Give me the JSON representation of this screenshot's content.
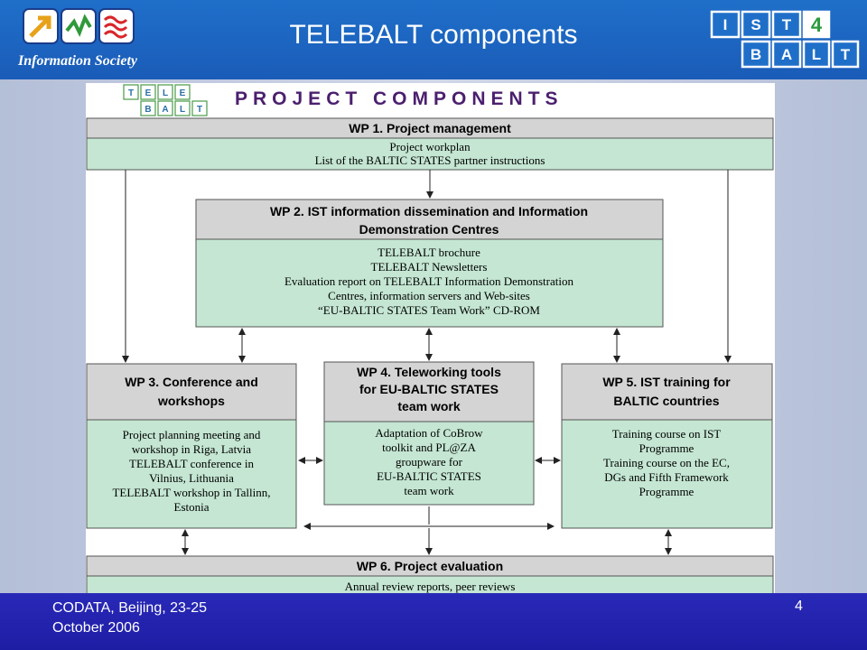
{
  "slide": {
    "title": "TELEBALT components",
    "page_number": "4",
    "footer_line1": "CODATA, Beijing, 23-25",
    "footer_line2": "October 2006"
  },
  "logos": {
    "left_text": "Information Society",
    "right_row1": [
      "I",
      "S",
      "T",
      "4"
    ],
    "right_row2": [
      "B",
      "A",
      "L",
      "T"
    ]
  },
  "diagram": {
    "heading": "PROJECT COMPONENTS",
    "tele_row1": [
      "T",
      "E",
      "L",
      "E"
    ],
    "tele_row2": [
      "B",
      "A",
      "L",
      "T"
    ],
    "wp1": {
      "title": "WP 1. Project management",
      "lines": [
        "Project workplan",
        "List of the BALTIC STATES partner instructions"
      ]
    },
    "wp2": {
      "title_lines": [
        "WP 2. IST information dissemination and Information",
        "Demonstration Centres"
      ],
      "lines": [
        "TELEBALT brochure",
        "TELEBALT Newsletters",
        "Evaluation report on TELEBALT Information Demonstration",
        "Centres, information servers and Web-sites",
        "“EU-BALTIC STATES Team Work” CD-ROM"
      ]
    },
    "wp3": {
      "title_lines": [
        "WP 3. Conference and",
        "workshops"
      ],
      "lines": [
        "Project planning meeting and",
        "workshop in Riga, Latvia",
        "TELEBALT conference in",
        "Vilnius, Lithuania",
        "TELEBALT workshop in Tallinn,",
        "Estonia"
      ]
    },
    "wp4": {
      "title_lines": [
        "WP 4. Teleworking tools",
        "for EU-BALTIC STATES",
        "team work"
      ],
      "lines": [
        "Adaptation of CoBrow",
        "toolkit and PL@ZA",
        "groupware for",
        "EU-BALTIC STATES",
        "team work"
      ]
    },
    "wp5": {
      "title_lines": [
        "WP 5. IST training for",
        "BALTIC countries"
      ],
      "lines": [
        "Training course on IST",
        "Programme",
        "Training course on the EC,",
        "DGs and Fifth Framework",
        "Programme"
      ]
    },
    "wp6": {
      "title": "WP 6. Project evaluation",
      "lines": [
        "Annual review reports, peer reviews"
      ]
    },
    "colors": {
      "head_fill": "#d4d4d4",
      "body_fill": "#c4e6d2",
      "border": "#555555",
      "heading_color": "#4b1f6e"
    }
  }
}
